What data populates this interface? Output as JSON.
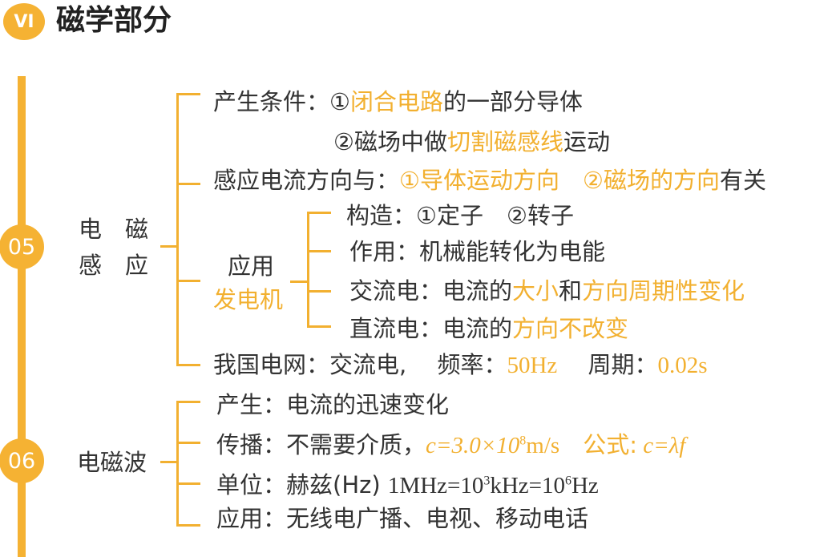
{
  "header": {
    "badge": "VI",
    "title": "磁学部分"
  },
  "sections": [
    {
      "number": "05",
      "topic_line1": "电　磁",
      "topic_line2": "感　应",
      "cond_label": "产生条件：",
      "cond1_num": "①",
      "cond1_hl": "闭合电路",
      "cond1_rest": "的一部分导体",
      "cond2_num": "②磁场中做",
      "cond2_hl": "切割磁感线",
      "cond2_rest": "运动",
      "dir_label": "感应电流方向与：",
      "dir_hl1": "①导体运动方向",
      "dir_hl2": "②磁场的方向",
      "dir_rest": "有关",
      "app_label": "应用",
      "app_name": "发电机",
      "struct_label": "构造：",
      "struct_value": "①定子　②转子",
      "func_label": "作用：",
      "func_value": "机械能转化为电能",
      "ac_label": "交流电：",
      "ac_pre": "电流的",
      "ac_hl1": "大小",
      "ac_mid": "和",
      "ac_hl2": "方向周期性变化",
      "dc_label": "直流电：",
      "dc_pre": "电流的",
      "dc_hl": "方向不改变",
      "grid_label": "我国电网：",
      "grid_type": "交流电,",
      "freq_label": "频率：",
      "freq_value": "50Hz",
      "period_label": "周期：",
      "period_value": "0.02s"
    },
    {
      "number": "06",
      "topic": "电磁波",
      "gen_label": "产生：",
      "gen_value": "电流的迅速变化",
      "prop_label": "传播：",
      "prop_value": "不需要介质，",
      "speed_pre": "c=3.0×10",
      "speed_exp": "8",
      "speed_post": "m/s",
      "formula_label": "公式:",
      "formula": "c=λf",
      "unit_label": "单位：",
      "unit_value": "赫兹(Hz)",
      "unit_conv_a": "1MHz=10",
      "unit_conv_exp1": "3",
      "unit_conv_b": "kHz=10",
      "unit_conv_exp2": "6",
      "unit_conv_c": "Hz",
      "use_label": "应用：",
      "use_value": "无线电广播、电视、移动电话"
    }
  ]
}
